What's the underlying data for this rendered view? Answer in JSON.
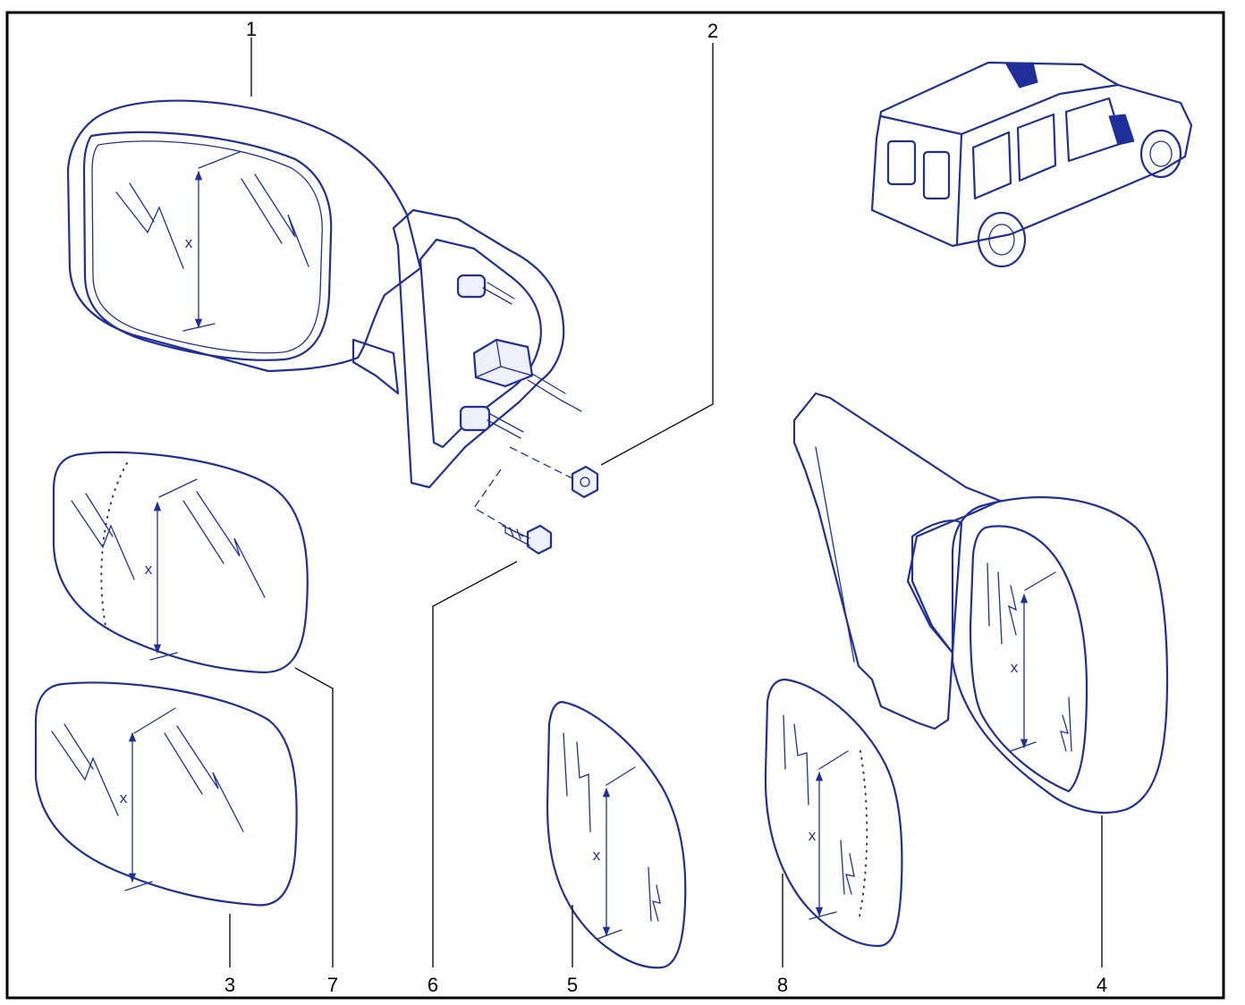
{
  "callouts": {
    "c1": "1",
    "c2": "2",
    "c3": "3",
    "c4": "4",
    "c5": "5",
    "c6": "6",
    "c7": "7",
    "c8": "8"
  },
  "dimension_label": "x",
  "colors": {
    "line": "#1f2f9a",
    "frame": "#000000",
    "background": "#ffffff"
  }
}
